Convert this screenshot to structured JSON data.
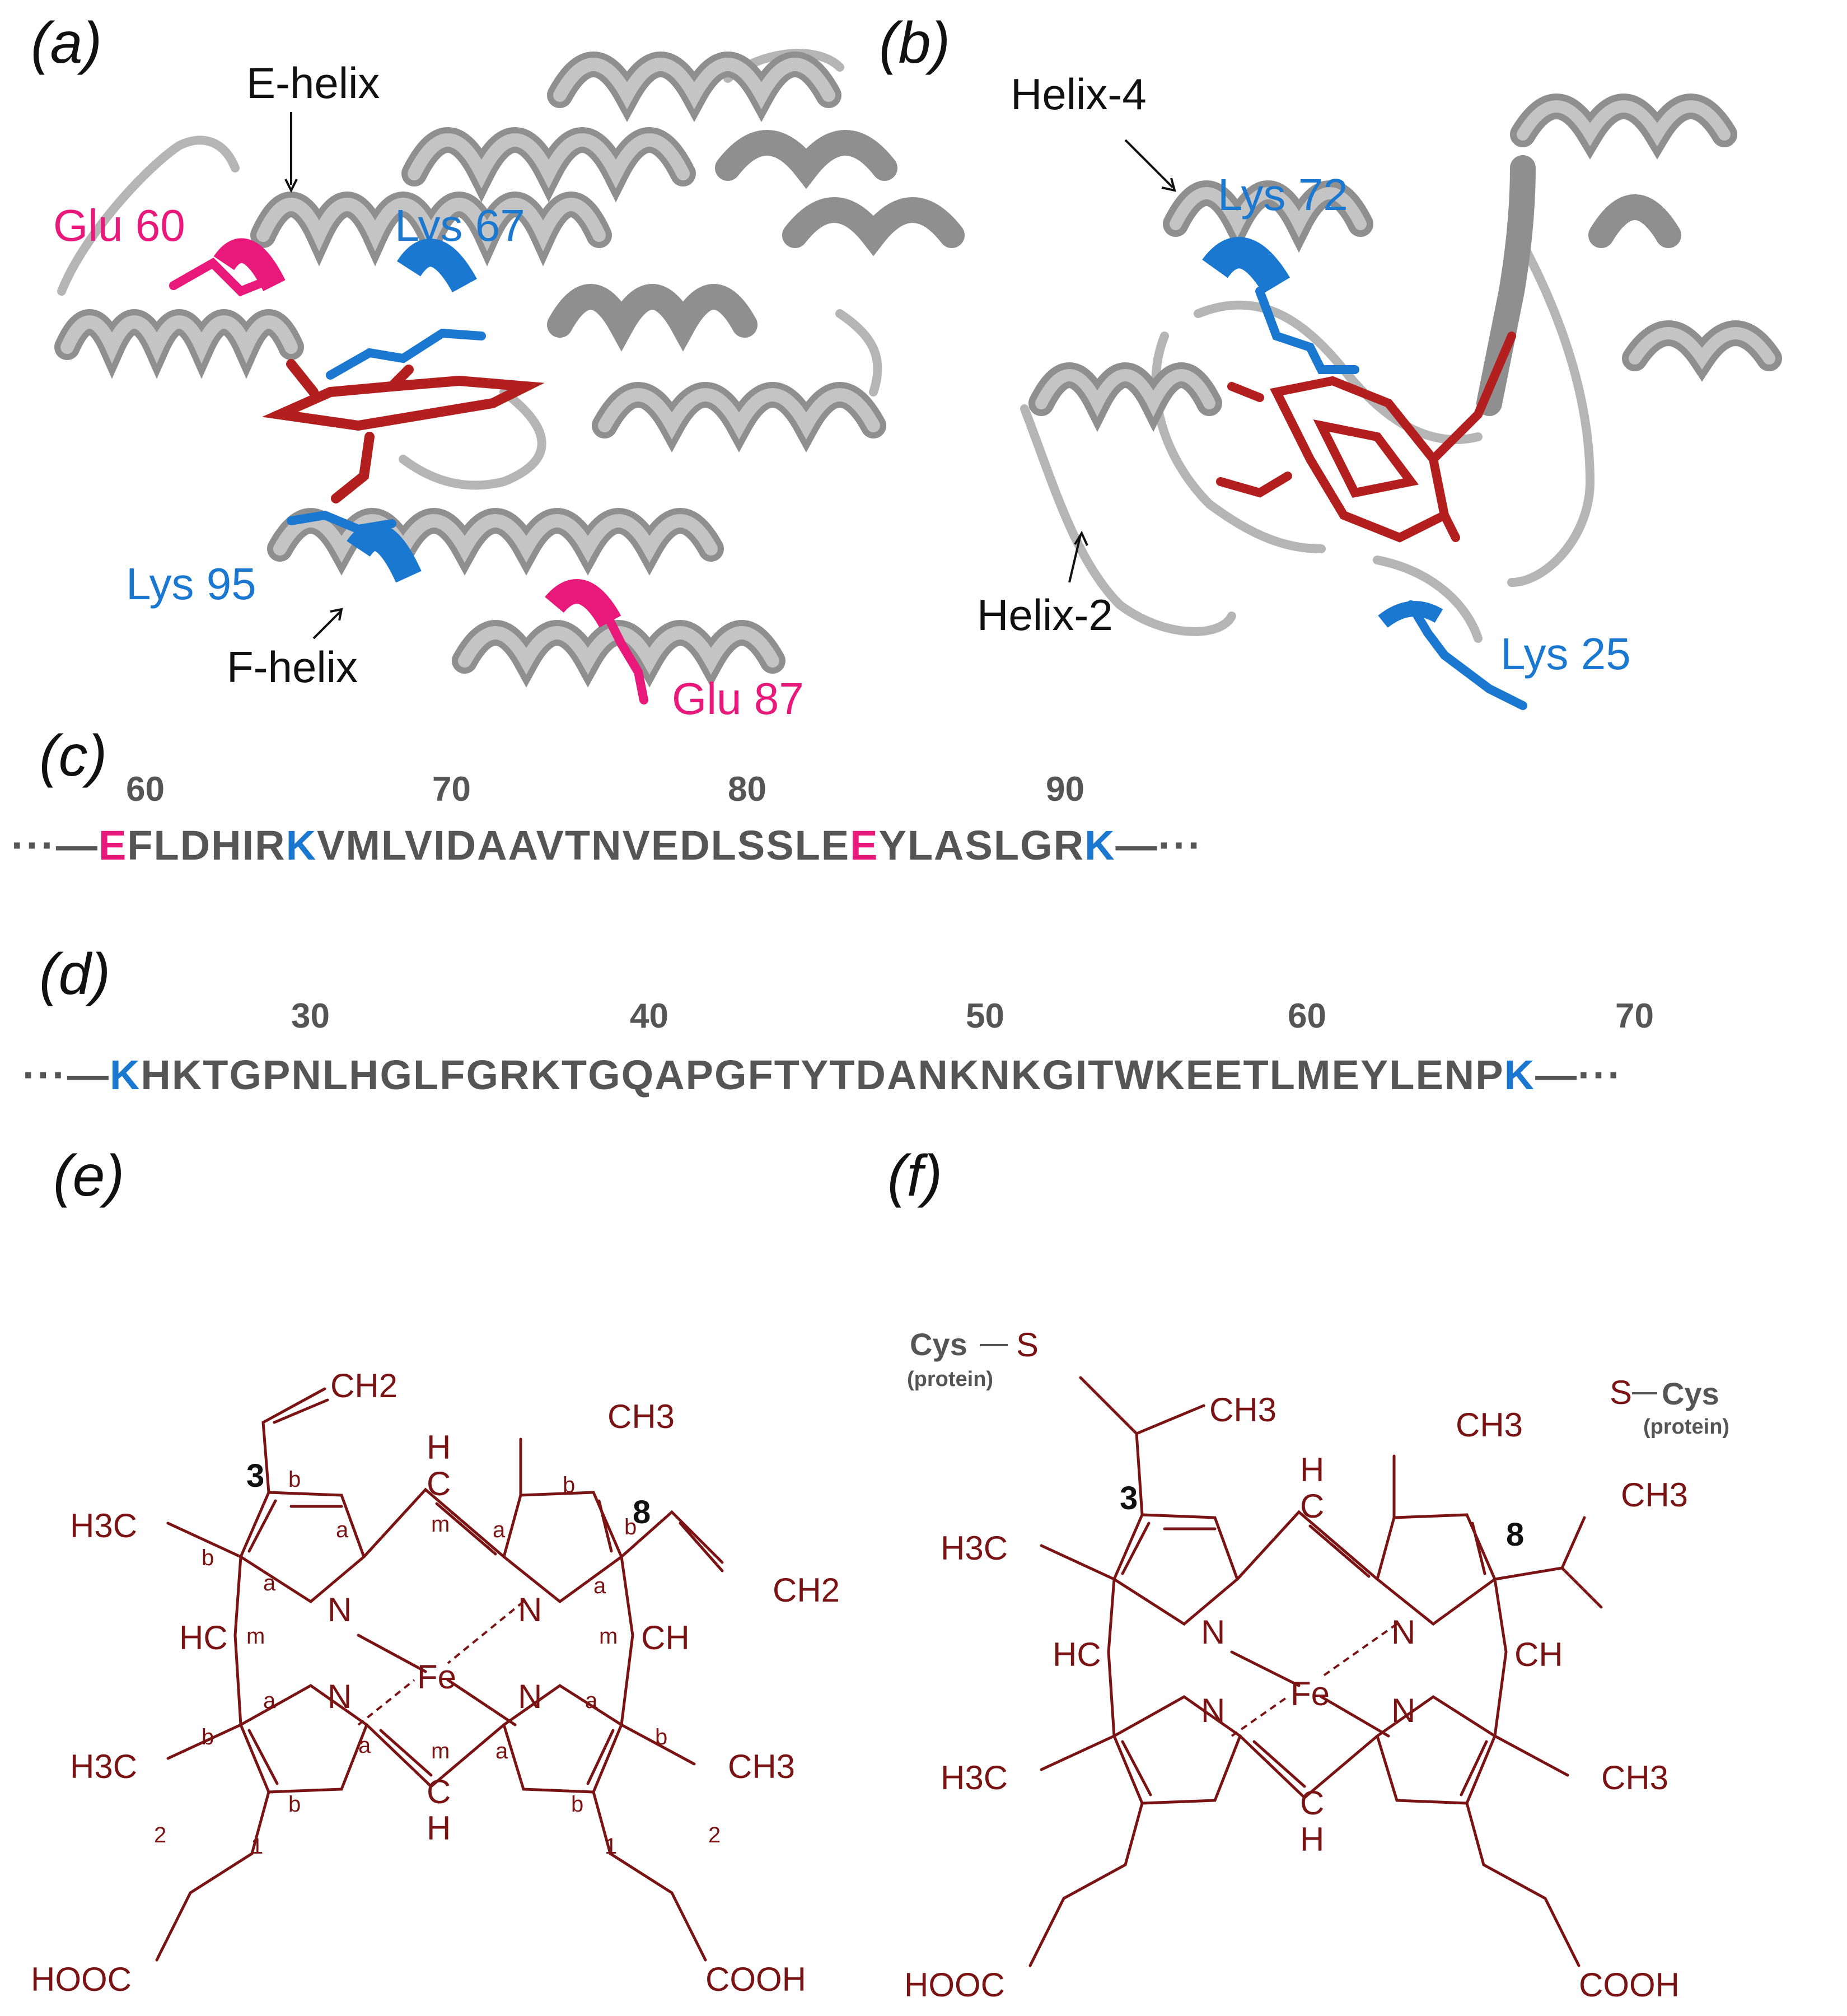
{
  "panels": {
    "a": "(a)",
    "b": "(b)",
    "c": "(c)",
    "d": "(d)",
    "e": "(e)",
    "f": "(f)"
  },
  "panel_a": {
    "e_helix": "E-helix",
    "f_helix": "F-helix",
    "glu60": "Glu 60",
    "lys67": "Lys 67",
    "lys95": "Lys 95",
    "glu87": "Glu 87"
  },
  "panel_b": {
    "helix4": "Helix-4",
    "helix2": "Helix-2",
    "lys72": "Lys 72",
    "lys25": "Lys 25"
  },
  "sequence_c": {
    "numbers": [
      "60",
      "70",
      "80",
      "90"
    ],
    "left_cap": "···—",
    "right_cap": "—···",
    "segments": [
      {
        "text": "E",
        "kind": "glu"
      },
      {
        "text": "FLDHIR",
        "kind": "plain"
      },
      {
        "text": "K",
        "kind": "lys"
      },
      {
        "text": "VMLVIDAAVTNVEDLSSLE",
        "kind": "plain"
      },
      {
        "text": "E",
        "kind": "glu"
      },
      {
        "text": "YLASLGR",
        "kind": "plain"
      },
      {
        "text": "K",
        "kind": "lys"
      }
    ]
  },
  "sequence_d": {
    "numbers": [
      "30",
      "40",
      "50",
      "60",
      "70"
    ],
    "left_cap": "···—",
    "right_cap": "—···",
    "segments": [
      {
        "text": "K",
        "kind": "lys"
      },
      {
        "text": "HKTGPNLHGLFGRKTGQAPGFTYTDANKNKGITWKEETLMEYLENP",
        "kind": "plain"
      },
      {
        "text": "K",
        "kind": "lys"
      }
    ]
  },
  "heme_e": {
    "top_vinyl": "CH2",
    "top_methyl": "CH3",
    "right_vinyl": "CH2",
    "left_methyl_top": "H3C",
    "left_methyl_bottom": "H3C",
    "right_methyl_bottom": "CH3",
    "meso_top_h": "H",
    "meso_top_c": "C",
    "meso_bottom_h": "H",
    "meso_bottom_c": "C",
    "meso_left": "HC",
    "meso_right": "CH",
    "iron": "Fe",
    "nitrogen": "N",
    "acid_left": "HOOC",
    "acid_right": "COOH",
    "pos3": "3",
    "pos8": "8",
    "a": "a",
    "b": "b",
    "m": "m",
    "c1": "1",
    "c2": "2"
  },
  "heme_f": {
    "cys_left": "Cys",
    "cys_right": "Cys",
    "sulfur": "S",
    "protein": "(protein)",
    "top_methyl": "CH3",
    "thioether_methyl": "CH3",
    "right_methyl_top": "CH3",
    "left_methyl_top": "H3C",
    "left_methyl_bottom": "H3C",
    "right_methyl_bottom": "CH3",
    "meso_top_h": "H",
    "meso_top_c": "C",
    "meso_bottom_h": "H",
    "meso_bottom_c": "C",
    "meso_left": "HC",
    "meso_right": "CH",
    "iron": "Fe",
    "nitrogen": "N",
    "acid_left": "HOOC",
    "acid_right": "COOH",
    "pos3": "3",
    "pos8": "8"
  },
  "colors": {
    "glu": "#e8197a",
    "lys": "#1a78d0",
    "heme": "#b31f1f",
    "ribbon": "#a9a9a9",
    "ribbon_dark": "#7d7d7d",
    "chem": "#7a1414"
  }
}
